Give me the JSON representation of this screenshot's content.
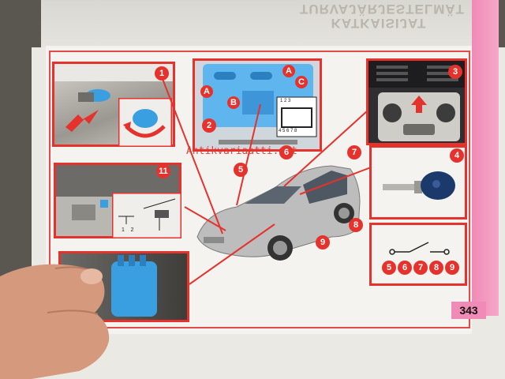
{
  "page": {
    "page_number": "343",
    "header_mirrored": "KATKAISIJAT\nTURVAJÄRJESTELMÄT",
    "watermark": "Antikvariaatti.net"
  },
  "callouts": {
    "b1": "1",
    "b2": "2",
    "b3": "3",
    "b4": "4",
    "b5": "5",
    "b6": "6",
    "b7": "7",
    "b8": "8",
    "b9": "9",
    "b11": "11",
    "strip": [
      "5",
      "6",
      "7",
      "8",
      "9"
    ]
  },
  "detail_letters": {
    "a1": "A",
    "a2": "A",
    "b": "B",
    "c": "C"
  },
  "connector_pins": {
    "top": "1 2 3",
    "bottom": "4 5 6 7 8"
  },
  "wiring_pins": "1    2",
  "colors": {
    "accent_red": "#e5322d",
    "tab_pink": "#f08ab6",
    "part_blue": "#3a9fe0"
  }
}
